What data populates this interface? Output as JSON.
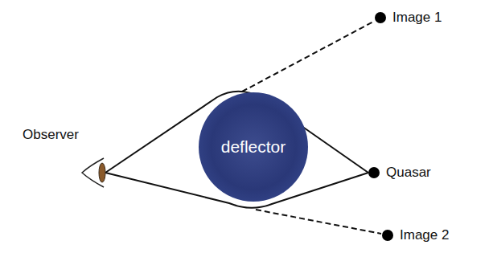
{
  "diagram": {
    "nodes": [
      {
        "text": [
          "Observer"
        ]
      },
      {
        "text": [
          "deflector"
        ]
      },
      {
        "text": [
          "Quasar"
        ]
      },
      {
        "text": [
          "Image 1"
        ]
      },
      {
        "text": [
          "Image 2"
        ]
      }
    ],
    "edges": [
      {
        "from": 0,
        "to": 2,
        "arrow": "none"
      },
      {
        "from": 0,
        "to": 2,
        "arrow": "none"
      }
    ]
  }
}
